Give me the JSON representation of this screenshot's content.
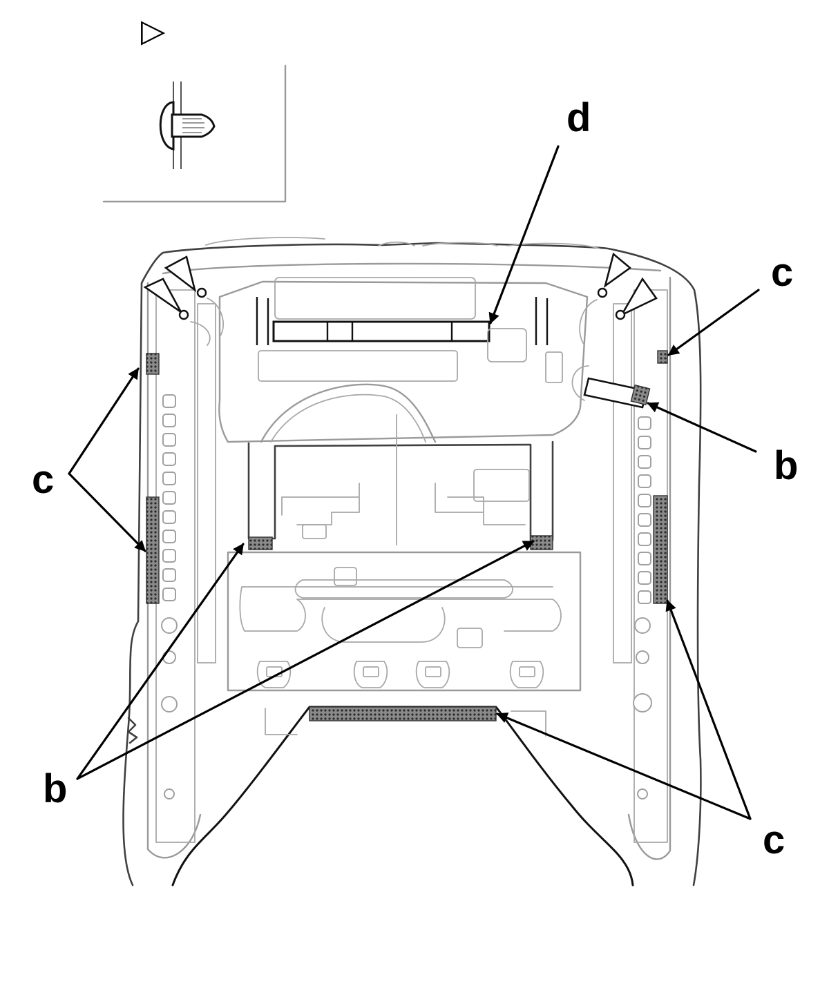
{
  "legend": {
    "symbol": "▷"
  },
  "callouts": {
    "b": "b",
    "c": "c",
    "d": "d"
  },
  "colors": {
    "line": "#000000",
    "frame": "#9a9a9a",
    "background": "#ffffff"
  }
}
